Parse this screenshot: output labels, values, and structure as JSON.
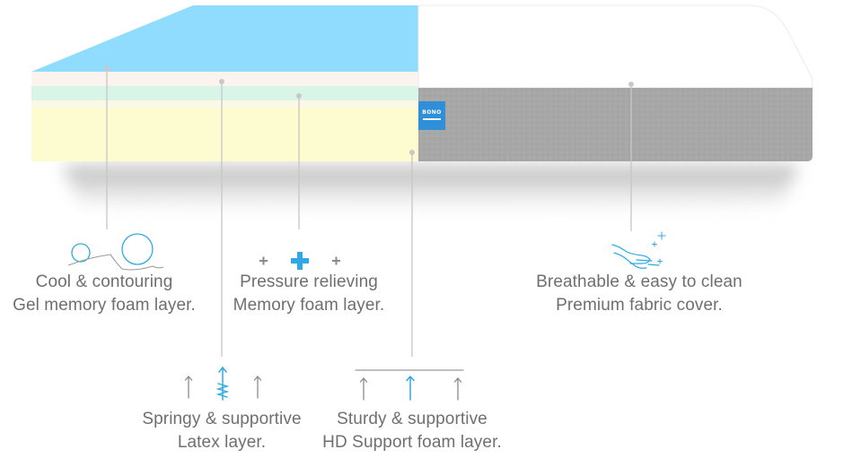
{
  "brand_label": "BONO",
  "colors": {
    "gel_top": "#8fdcff",
    "gel_side": "#fbf3ee",
    "memory_mint": "#d8f5e8",
    "support_yellow": "#fdfbd0",
    "fabric_grey": "#a9a9a9",
    "cover_white": "#ffffff",
    "caption": "#6f6f6f",
    "accent": "#2ea9e6"
  },
  "features": {
    "gel": {
      "line1": "Cool & contouring",
      "line2": "Gel memory foam layer.",
      "icon": "bubbles-icon"
    },
    "memory": {
      "line1": "Pressure relieving",
      "line2": "Memory foam layer.",
      "icon": "plus-icon"
    },
    "cover": {
      "line1": "Breathable & easy to clean",
      "line2": "Premium fabric cover.",
      "icon": "hand-sparkle-icon"
    },
    "latex": {
      "line1": "Springy & supportive",
      "line2": "Latex layer.",
      "icon": "spring-arrows-icon"
    },
    "hd": {
      "line1": "Sturdy & supportive",
      "line2": "HD Support foam layer.",
      "icon": "support-arrows-icon"
    }
  }
}
